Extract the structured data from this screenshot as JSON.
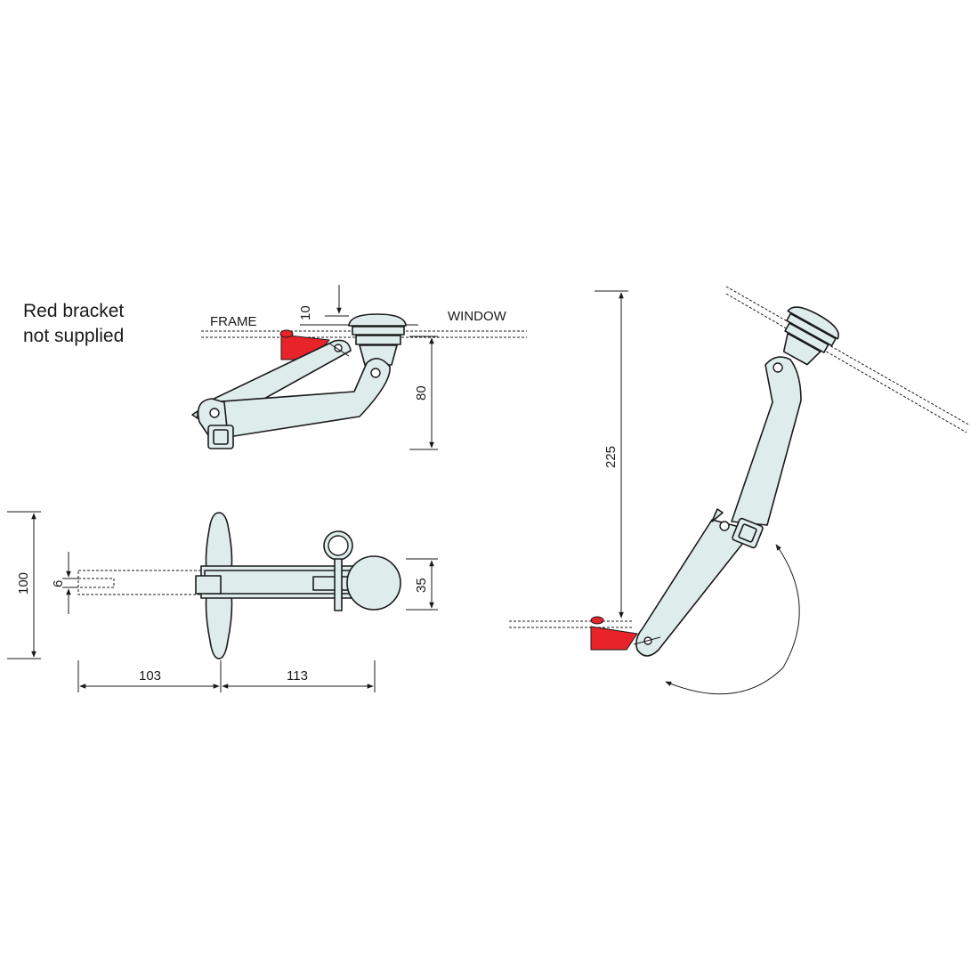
{
  "note": {
    "line1": "Red bracket",
    "line2": "not supplied"
  },
  "labels": {
    "frame": "FRAME",
    "window": "WINDOW"
  },
  "dimensions": {
    "top_gap": "10",
    "top_height": "80",
    "overall_height": "100",
    "slot": "6",
    "body_height": "35",
    "left_length": "103",
    "right_length": "113",
    "open_height": "225"
  },
  "colors": {
    "bracket": "#e8242a",
    "part_fill": "#dfecec",
    "line": "#1a1a1a"
  }
}
